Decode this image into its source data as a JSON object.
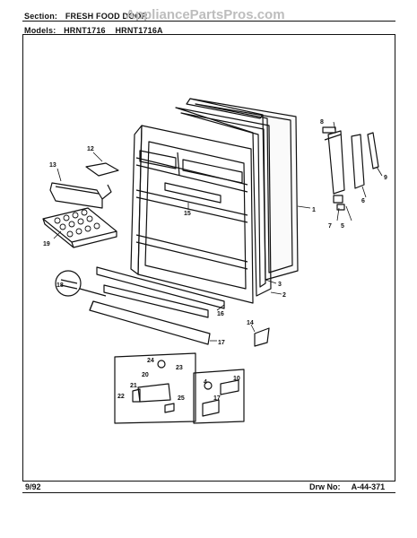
{
  "header": {
    "section_label": "Section:",
    "section_value": "FRESH FOOD DOOR",
    "models_label": "Models:",
    "models": [
      "HRNT1716",
      "HRNT1716A"
    ]
  },
  "watermark": "AppliancePartsPros.com",
  "footer": {
    "date": "9/92",
    "drawing_label": "Drw No:",
    "drawing_number": "A-44-371"
  },
  "callouts": {
    "c1": "1",
    "c2": "2",
    "c3": "3",
    "c4": "4",
    "c5": "5",
    "c6": "6",
    "c7": "7",
    "c8": "8",
    "c9": "9",
    "c10": "10",
    "c12": "12",
    "c13": "13",
    "c14": "14",
    "c15": "15",
    "c16": "16",
    "c17": "17",
    "c18": "18",
    "c19": "19",
    "c20": "20",
    "c21": "21",
    "c22": "22",
    "c23": "23",
    "c24": "24",
    "c25": "25"
  }
}
